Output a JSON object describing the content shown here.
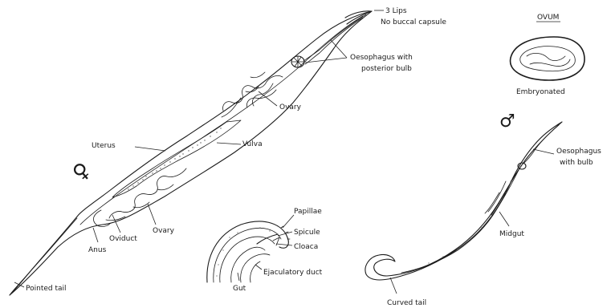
{
  "female": {
    "symbol": "♀",
    "labels": {
      "lips": "3 Lips",
      "no_capsule": "No buccal capsule",
      "oesophagus_1": "Oesophagus with",
      "oesophagus_2": "posterior bulb",
      "ovary_upper": "Ovary",
      "uterus": "Uterus",
      "vulva": "Vulva",
      "ovary_lower": "Ovary",
      "oviduct": "Oviduct",
      "anus": "Anus",
      "tail": "Pointed tail"
    }
  },
  "ovum": {
    "title": "OVUM",
    "caption": "Embryonated"
  },
  "male_tail": {
    "labels": {
      "papillae": "Papillae",
      "spicule": "Spicule",
      "cloaca": "Cloaca",
      "ejaculatory": "Ejaculatory duct",
      "gut": "Gut"
    }
  },
  "male": {
    "symbol": "♂",
    "labels": {
      "oesophagus_1": "Oesophagus",
      "oesophagus_2": "with bulb",
      "midgut": "Midgut",
      "tail": "Curved  tail"
    }
  }
}
